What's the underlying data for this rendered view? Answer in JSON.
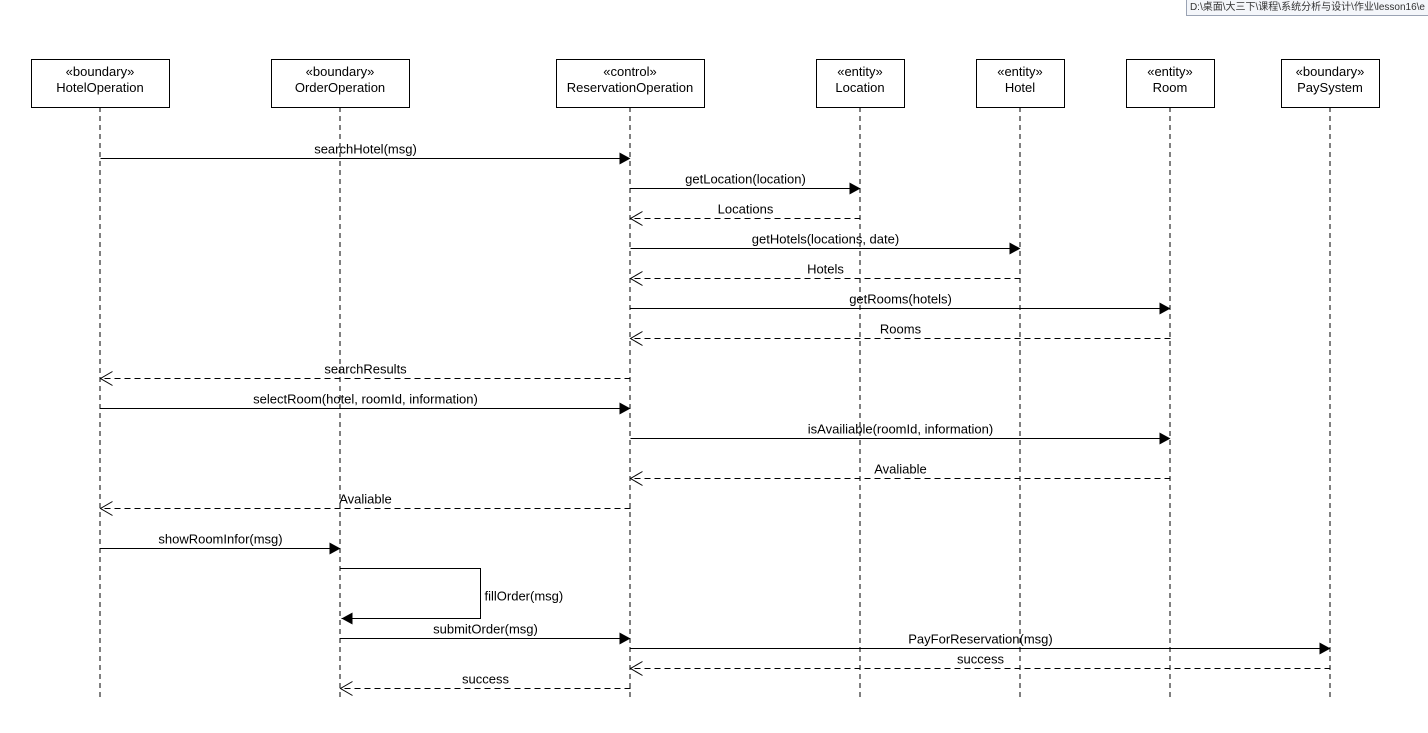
{
  "window": {
    "file_path": "D:\\桌面\\大三下\\课程\\系统分析与设计\\作业\\lesson16\\e"
  },
  "lifelines": [
    {
      "id": "hotelop",
      "stereotype": "«boundary»",
      "name": "HotelOperation"
    },
    {
      "id": "orderop",
      "stereotype": "«boundary»",
      "name": "OrderOperation"
    },
    {
      "id": "resop",
      "stereotype": "«control»",
      "name": "ReservationOperation"
    },
    {
      "id": "location",
      "stereotype": "«entity»",
      "name": "Location"
    },
    {
      "id": "hotel",
      "stereotype": "«entity»",
      "name": "Hotel"
    },
    {
      "id": "room",
      "stereotype": "«entity»",
      "name": "Room"
    },
    {
      "id": "paysys",
      "stereotype": "«boundary»",
      "name": "PaySystem"
    }
  ],
  "messages": [
    {
      "from": "hotelop",
      "to": "resop",
      "label": "searchHotel(msg)",
      "kind": "sync"
    },
    {
      "from": "resop",
      "to": "location",
      "label": "getLocation(location)",
      "kind": "sync"
    },
    {
      "from": "location",
      "to": "resop",
      "label": "Locations",
      "kind": "return"
    },
    {
      "from": "resop",
      "to": "hotel",
      "label": "getHotels(locations, date)",
      "kind": "sync"
    },
    {
      "from": "hotel",
      "to": "resop",
      "label": "Hotels",
      "kind": "return"
    },
    {
      "from": "resop",
      "to": "room",
      "label": "getRooms(hotels)",
      "kind": "sync"
    },
    {
      "from": "room",
      "to": "resop",
      "label": "Rooms",
      "kind": "return"
    },
    {
      "from": "resop",
      "to": "hotelop",
      "label": "searchResults",
      "kind": "return"
    },
    {
      "from": "hotelop",
      "to": "resop",
      "label": "selectRoom(hotel, roomId, information)",
      "kind": "sync"
    },
    {
      "from": "resop",
      "to": "room",
      "label": "isAvailiable(roomId, information)",
      "kind": "sync"
    },
    {
      "from": "room",
      "to": "resop",
      "label": "Avaliable",
      "kind": "return"
    },
    {
      "from": "resop",
      "to": "hotelop",
      "label": "Avaliable",
      "kind": "return"
    },
    {
      "from": "hotelop",
      "to": "orderop",
      "label": "showRoomInfor(msg)",
      "kind": "sync"
    },
    {
      "from": "orderop",
      "to": "orderop",
      "label": "fillOrder(msg)",
      "kind": "self"
    },
    {
      "from": "orderop",
      "to": "resop",
      "label": "submitOrder(msg)",
      "kind": "sync"
    },
    {
      "from": "resop",
      "to": "paysys",
      "label": "PayForReservation(msg)",
      "kind": "sync"
    },
    {
      "from": "paysys",
      "to": "resop",
      "label": "success",
      "kind": "return"
    },
    {
      "from": "resop",
      "to": "orderop",
      "label": "success",
      "kind": "return"
    }
  ]
}
